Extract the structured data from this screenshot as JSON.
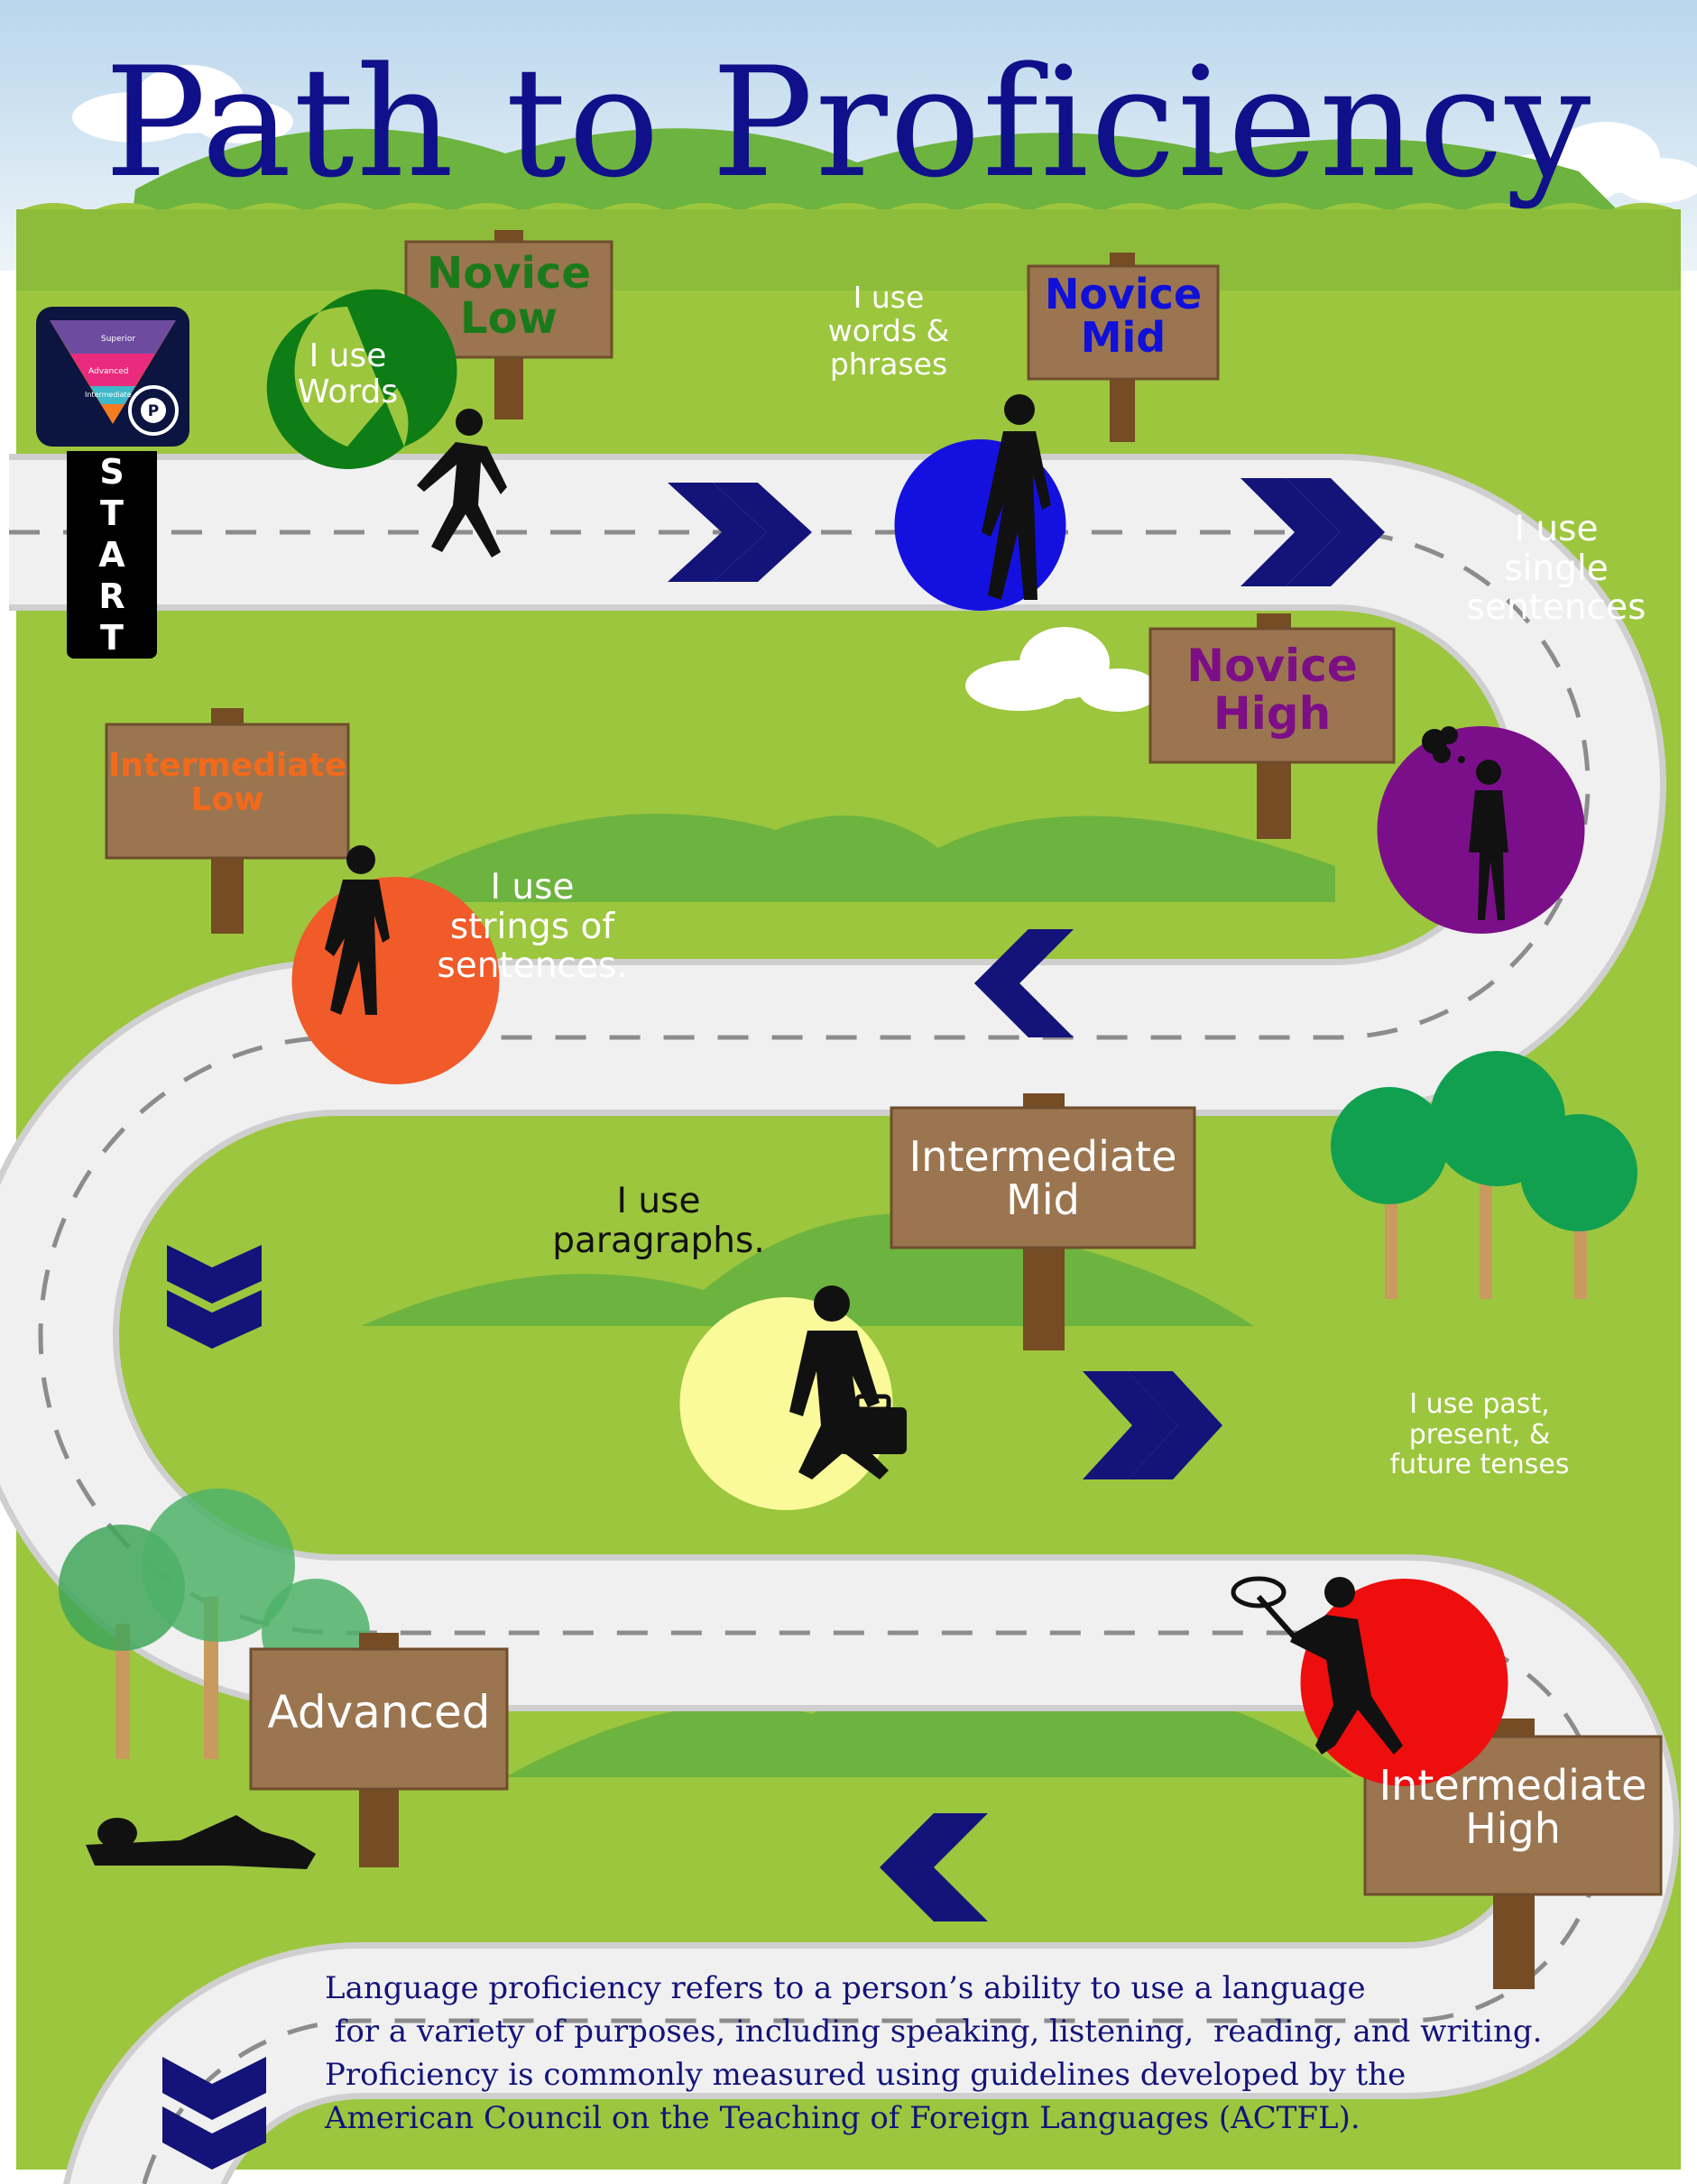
{
  "title": "Path to Proficiency",
  "start_label": [
    "S",
    "T",
    "A",
    "R",
    "T"
  ],
  "pyramid_labels": [
    "Superior",
    "Advanced",
    "Intermediate"
  ],
  "badge_letter": "P",
  "levels": [
    {
      "sign": [
        "Novice",
        "Low"
      ],
      "sign_color": "#1a7a1a",
      "bubble": [
        "I use",
        "Words"
      ],
      "bubble_color": "#0e7d16",
      "bubble_text_color": "#ffffff"
    },
    {
      "sign": [
        "Novice",
        "Mid"
      ],
      "sign_color": "#1010d8",
      "bubble": [
        "I use",
        "words &",
        "phrases"
      ],
      "bubble_color": "#1411e0",
      "bubble_text_color": "#ffffff"
    },
    {
      "sign": [
        "Novice",
        "High"
      ],
      "sign_color": "#7d0f86",
      "bubble": [
        "I use",
        "single",
        "sentences"
      ],
      "bubble_color": "#7b0f89",
      "bubble_text_color": "#ffffff"
    },
    {
      "sign": [
        "Intermediate",
        "Low"
      ],
      "sign_color": "#f26a1b",
      "bubble": [
        "I use",
        "strings of",
        "sentences."
      ],
      "bubble_color": "#f15a29",
      "bubble_text_color": "#ffffff"
    },
    {
      "sign": [
        "Intermediate",
        "Mid"
      ],
      "sign_color": "#ffffff",
      "bubble": [
        "I use",
        "paragraphs."
      ],
      "bubble_color": "#fafa9a",
      "bubble_text_color": "#111111"
    },
    {
      "sign": [
        "Intermediate",
        "High"
      ],
      "sign_color": "#ffffff",
      "bubble": [
        "I use past,",
        "present, &",
        "future tenses"
      ],
      "bubble_color": "#ee0e0e",
      "bubble_text_color": "#ffffff"
    },
    {
      "sign": [
        "Advanced"
      ],
      "sign_color": "#ffffff",
      "bubble": [],
      "bubble_color": "",
      "bubble_text_color": ""
    }
  ],
  "caption": [
    "Language proficiency refers to a person’s ability to use a language",
    " for a variety of purposes, including speaking, listening,  reading, and writing.",
    "Proficiency is commonly measured using guidelines developed by the",
    "American Council on the Teaching of Foreign Languages (ACTFL)."
  ],
  "colors": {
    "sky": "#dbe9f3",
    "grass": "#9cc63d",
    "hill": "#6cb33f",
    "road": "#efefef",
    "road_edge": "#d5d5d5",
    "arrow": "#13137a",
    "sign_wood": "#9b7550",
    "title": "#10108a"
  }
}
